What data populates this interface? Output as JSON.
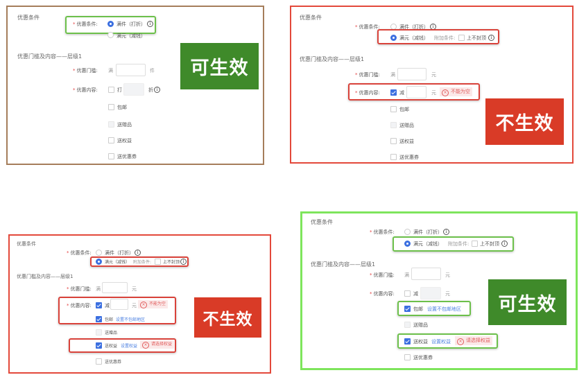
{
  "colors": {
    "valid_green": "#3f8a2a",
    "invalid_red": "#d93b27",
    "frame_brown": "#a57d5a",
    "frame_red": "#e3483a",
    "frame_green": "#7ee55c",
    "highlight_green": "#6cc04a",
    "highlight_red": "#d9423a",
    "primary_blue": "#3b6fe0",
    "required_star": "#e54545",
    "error_bg": "#fbe9e9"
  },
  "common": {
    "section_condition": "优惠条件",
    "section_threshold": "优惠门槛及内容——层级1",
    "label_condition": "优惠条件:",
    "label_threshold": "优惠门槛:",
    "label_content": "优惠内容:",
    "required": "*",
    "opt_piece": "满件（打折）",
    "opt_yuan": "满元（减钱）",
    "extra_condition": "附加条件:",
    "no_cap": "上不封顶",
    "man": "满",
    "unit_piece": "件",
    "unit_yuan": "元",
    "da": "打",
    "zhe": "折",
    "jian": "减",
    "free_shipping": "包邮",
    "set_no_shipping_region": "设置不包邮地区",
    "gift": "送赠品",
    "benefit": "送权益",
    "set_benefit": "设置权益",
    "coupon": "送优惠券",
    "err_not_empty": "不能为空",
    "err_select_benefit": "请选择权益",
    "info_glyph": "i",
    "err_glyph": "×"
  },
  "panels": [
    {
      "id": "top-left",
      "badge": "可生效",
      "status": "valid"
    },
    {
      "id": "top-right",
      "badge": "不生效",
      "status": "invalid"
    },
    {
      "id": "bottom-left",
      "badge": "不生效",
      "status": "invalid"
    },
    {
      "id": "bottom-right",
      "badge": "可生效",
      "status": "valid"
    }
  ]
}
